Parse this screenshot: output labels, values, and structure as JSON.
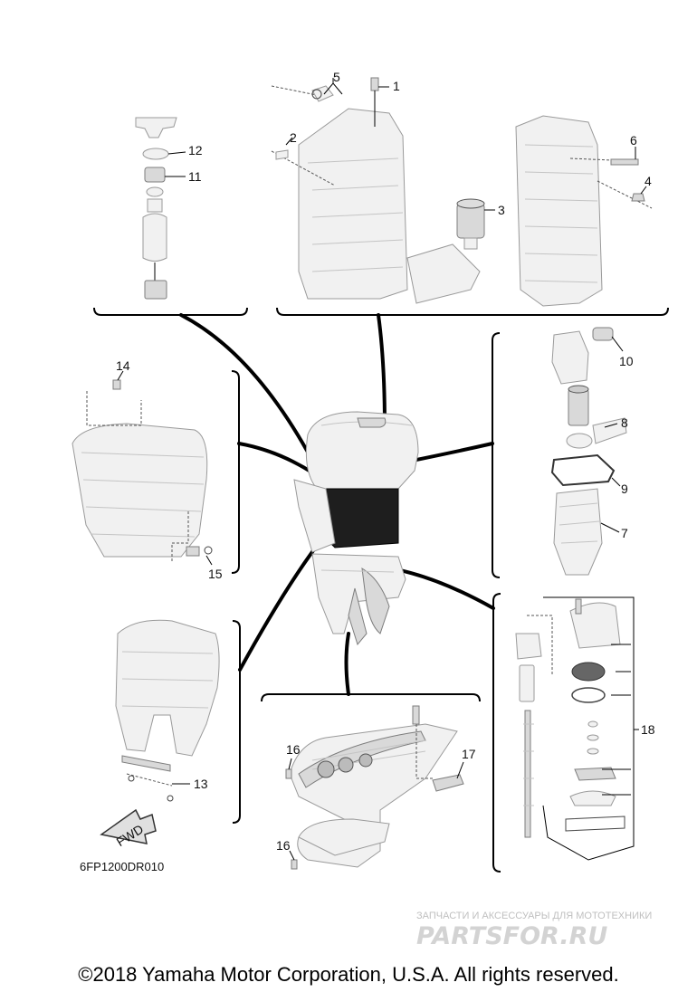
{
  "callouts": [
    {
      "n": "1"
    },
    {
      "n": "2"
    },
    {
      "n": "3"
    },
    {
      "n": "4"
    },
    {
      "n": "5"
    },
    {
      "n": "6"
    },
    {
      "n": "7"
    },
    {
      "n": "8"
    },
    {
      "n": "9"
    },
    {
      "n": "10"
    },
    {
      "n": "11"
    },
    {
      "n": "12"
    },
    {
      "n": "13"
    },
    {
      "n": "14"
    },
    {
      "n": "15"
    },
    {
      "n": "16"
    },
    {
      "n": "16"
    },
    {
      "n": "17"
    },
    {
      "n": "18"
    }
  ],
  "drawing_code": "6FP1200DR010",
  "fwd_label": "FWD",
  "watermark": {
    "tagline": "ЗАПЧАСТИ И АКСЕССУАРЫ ДЛЯ МОТОТЕХНИКИ",
    "logo": "PARTSFOR.RU"
  },
  "copyright": "©2018 Yamaha Motor Corporation, U.S.A. All rights reserved.",
  "colors": {
    "line": "#000000",
    "part_fill": "#f1f1f1",
    "part_stroke": "#9a9a9a"
  }
}
